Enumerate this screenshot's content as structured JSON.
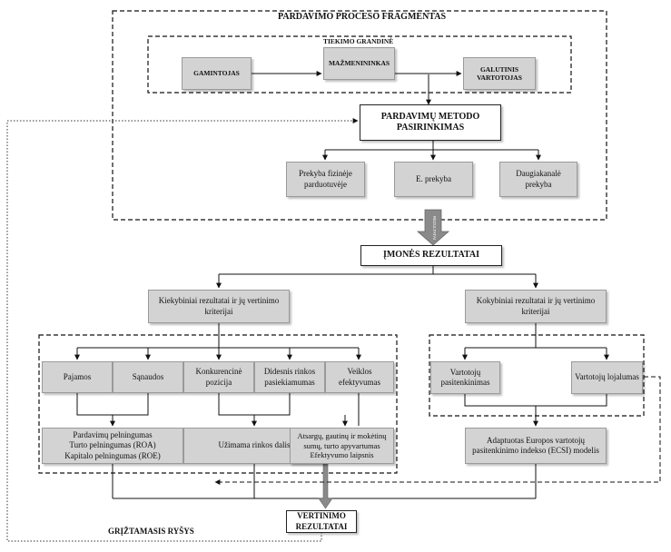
{
  "frames": {
    "sales_process": "PARDAVIMO PROCESO FRAGMENTAS",
    "supply_chain": "TIEKIMO GRANDINĖ"
  },
  "chain": {
    "producer": "GAMINTOJAS",
    "retailer": "MAŽMENININKAS",
    "consumer": "GALUTINIS VARTOTOJAS"
  },
  "method_choice": "PARDAVIMŲ METODO PASIRINKIMAS",
  "methods": [
    "Prekyba fizinėje parduotuvėje",
    "E. prekyba",
    "Daugiakanalė prekyba"
  ],
  "arrow_text": "REZULTATAI",
  "company_results": "ĮMONĖS REZULTATAI",
  "quantitative": {
    "title": "Kiekybiniai rezultatai ir jų vertinimo kriterijai",
    "row1": [
      "Pajamos",
      "Sąnaudos",
      "Konkurencinė pozicija",
      "Didesnis rinkos pasiekiamumas",
      "Veiklos efektyvumas"
    ],
    "row2": [
      "Pardavimų pelningumas\nTurto pelningumas (ROA)\nKapitalo pelningumas (ROE)",
      "Užimama rinkos dalis",
      "Atsargų, gautinų ir mokėtinų sumų, turto apyvartumas\nEfektyvumo laipsnis"
    ]
  },
  "qualitative": {
    "title": "Kokybiniai rezultatai ir jų vertinimo kriterijai",
    "row1": [
      "Vartotojų pasitenkinimas",
      "Vartotojų lojalumas"
    ],
    "model": "Adaptuotas Europos vartotojų pasitenkinimo indekso (ECSI) modelis"
  },
  "evaluation_results": "VERTINIMO REZULTATAI",
  "feedback": "GRĮŽTAMASIS RYŠYS"
}
